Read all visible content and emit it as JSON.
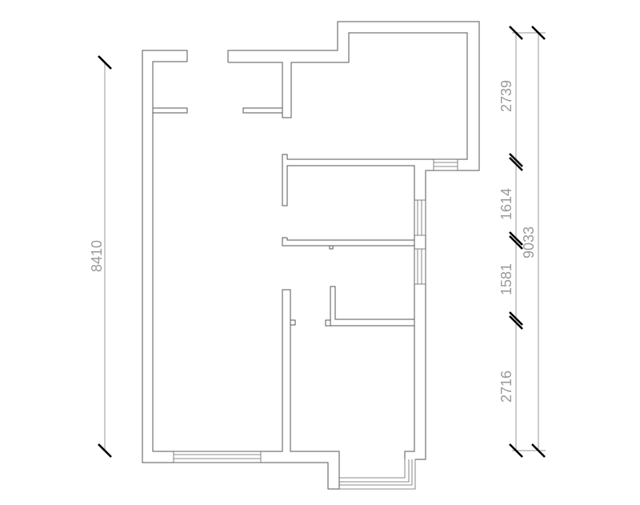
{
  "floor_plan": {
    "dimensions": {
      "overall_left": "8410",
      "overall_right": "9033",
      "segments_right": [
        "2739",
        "1614",
        "1581",
        "2716"
      ]
    },
    "colors": {
      "walls": "#555555",
      "dimension_lines": "#aaaaaa",
      "ticks": "#000000",
      "dimension_text": "#999999"
    }
  }
}
